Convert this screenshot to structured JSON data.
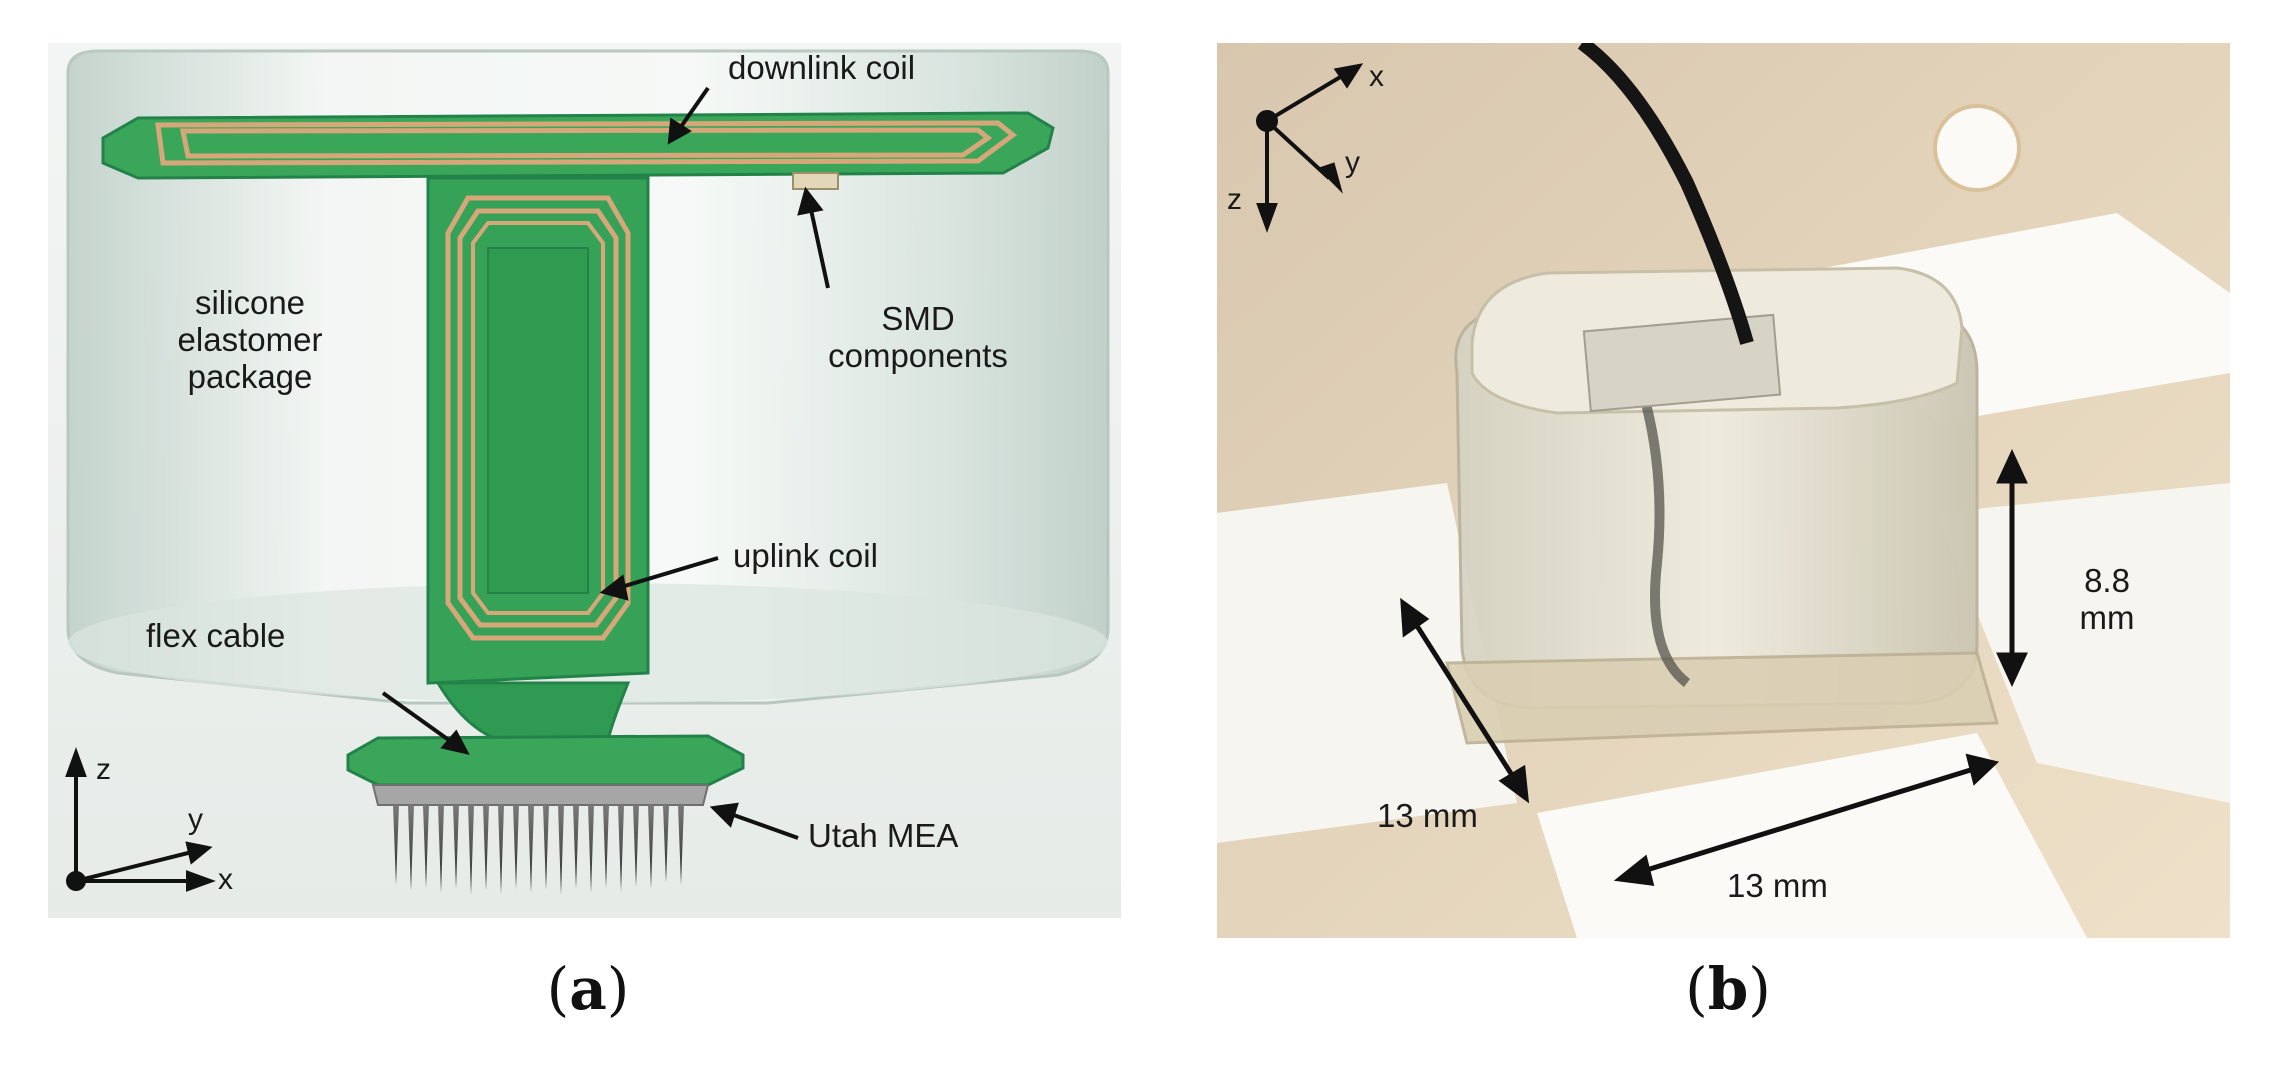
{
  "panel_a": {
    "caption_open": "(",
    "caption_letter": "a",
    "caption_close": ")",
    "labels": {
      "downlink_coil": "downlink coil",
      "silicone_line1": "silicone",
      "silicone_line2": "elastomer",
      "silicone_line3": "package",
      "smd_line1": "SMD",
      "smd_line2": "components",
      "uplink_coil": "uplink coil",
      "flex_cable": "flex cable",
      "utah_mea": "Utah MEA"
    },
    "axes": {
      "z": "z",
      "y": "y",
      "x": "x"
    }
  },
  "panel_b": {
    "caption_open": "(",
    "caption_letter": "b",
    "caption_close": ")",
    "labels": {
      "height_line1": "8.8",
      "height_line2": "mm",
      "depth": "13 mm",
      "width": "13 mm"
    },
    "axes": {
      "x": "x",
      "y": "y",
      "z": "z"
    }
  },
  "colors": {
    "pcb_green": "#3aa65a",
    "pcb_dark": "#23824a",
    "copper_trace": "#d7a77a",
    "silicone": "#c9d9d2",
    "ceramic_frame": "#e8cf9f",
    "cable_black": "#151515"
  }
}
